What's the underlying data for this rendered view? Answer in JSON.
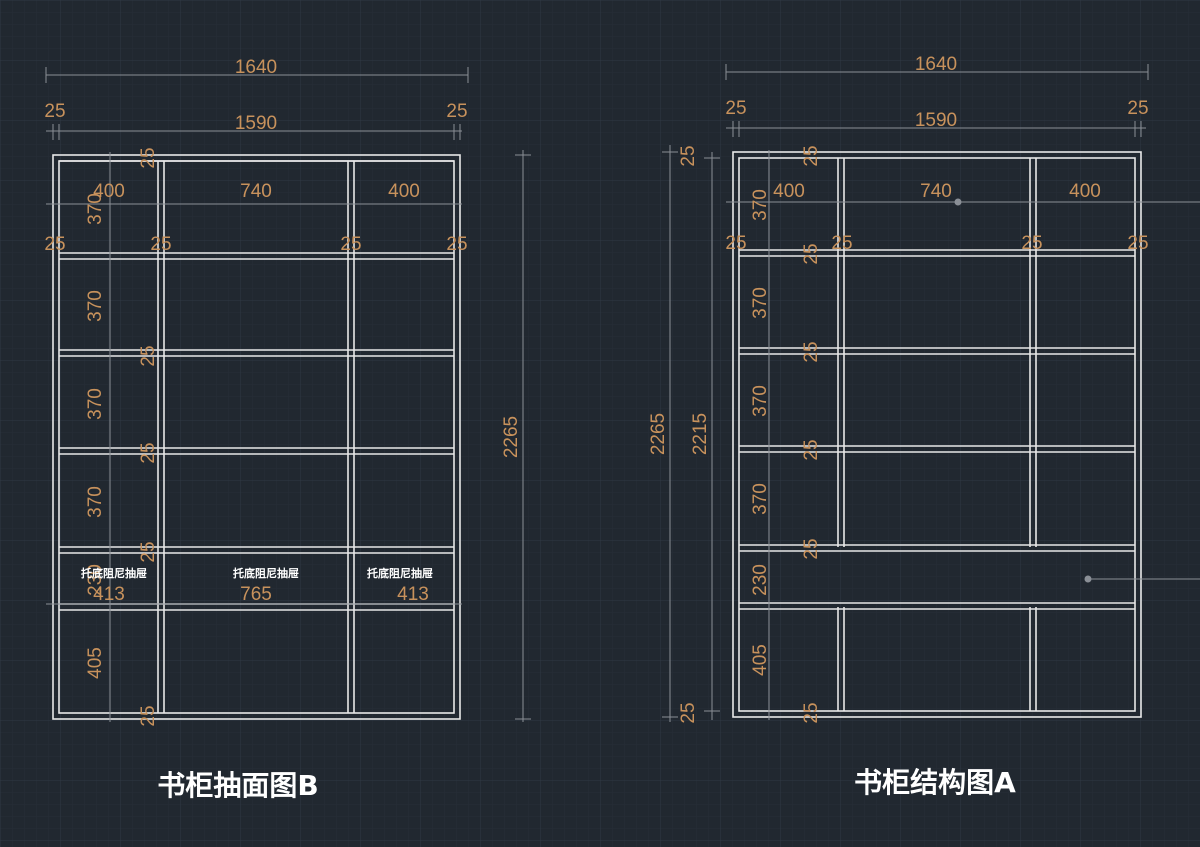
{
  "colors": {
    "background": "#212830",
    "grid": "#2c3540",
    "frame": "#e8e8e8",
    "dimension_text": "#c8925c",
    "dimension_line": "#8a8f96"
  },
  "drawing_b": {
    "title": "书柜抽面图B",
    "overall_width": "1640",
    "inner_width": "1590",
    "side_left": "25",
    "side_right": "25",
    "overall_height": "2265",
    "column_widths": [
      "400",
      "740",
      "400"
    ],
    "drawer_widths": [
      "413",
      "765",
      "413"
    ],
    "drawer_labels": [
      "托底阻尼抽屉",
      "托底阻尼抽屉",
      "托底阻尼抽屉"
    ],
    "board_marks": [
      "25",
      "25",
      "25",
      "25"
    ],
    "row_heights": [
      "370",
      "370",
      "370",
      "370",
      "230",
      "405"
    ],
    "row_board_marks": [
      "25",
      "25",
      "25",
      "25",
      "25"
    ]
  },
  "drawing_a": {
    "title": "书柜结构图A",
    "overall_width": "1640",
    "inner_width": "1590",
    "side_left": "25",
    "side_right": "25",
    "overall_height": "2265",
    "inner_height": "2215",
    "top_board": "25",
    "bottom_board": "25",
    "column_widths": [
      "400",
      "740",
      "400"
    ],
    "board_marks": [
      "25",
      "25",
      "25",
      "25"
    ],
    "row_heights": [
      "370",
      "370",
      "370",
      "370",
      "230",
      "405"
    ],
    "row_board_marks": [
      "25",
      "25",
      "25",
      "25",
      "25",
      "25"
    ]
  }
}
